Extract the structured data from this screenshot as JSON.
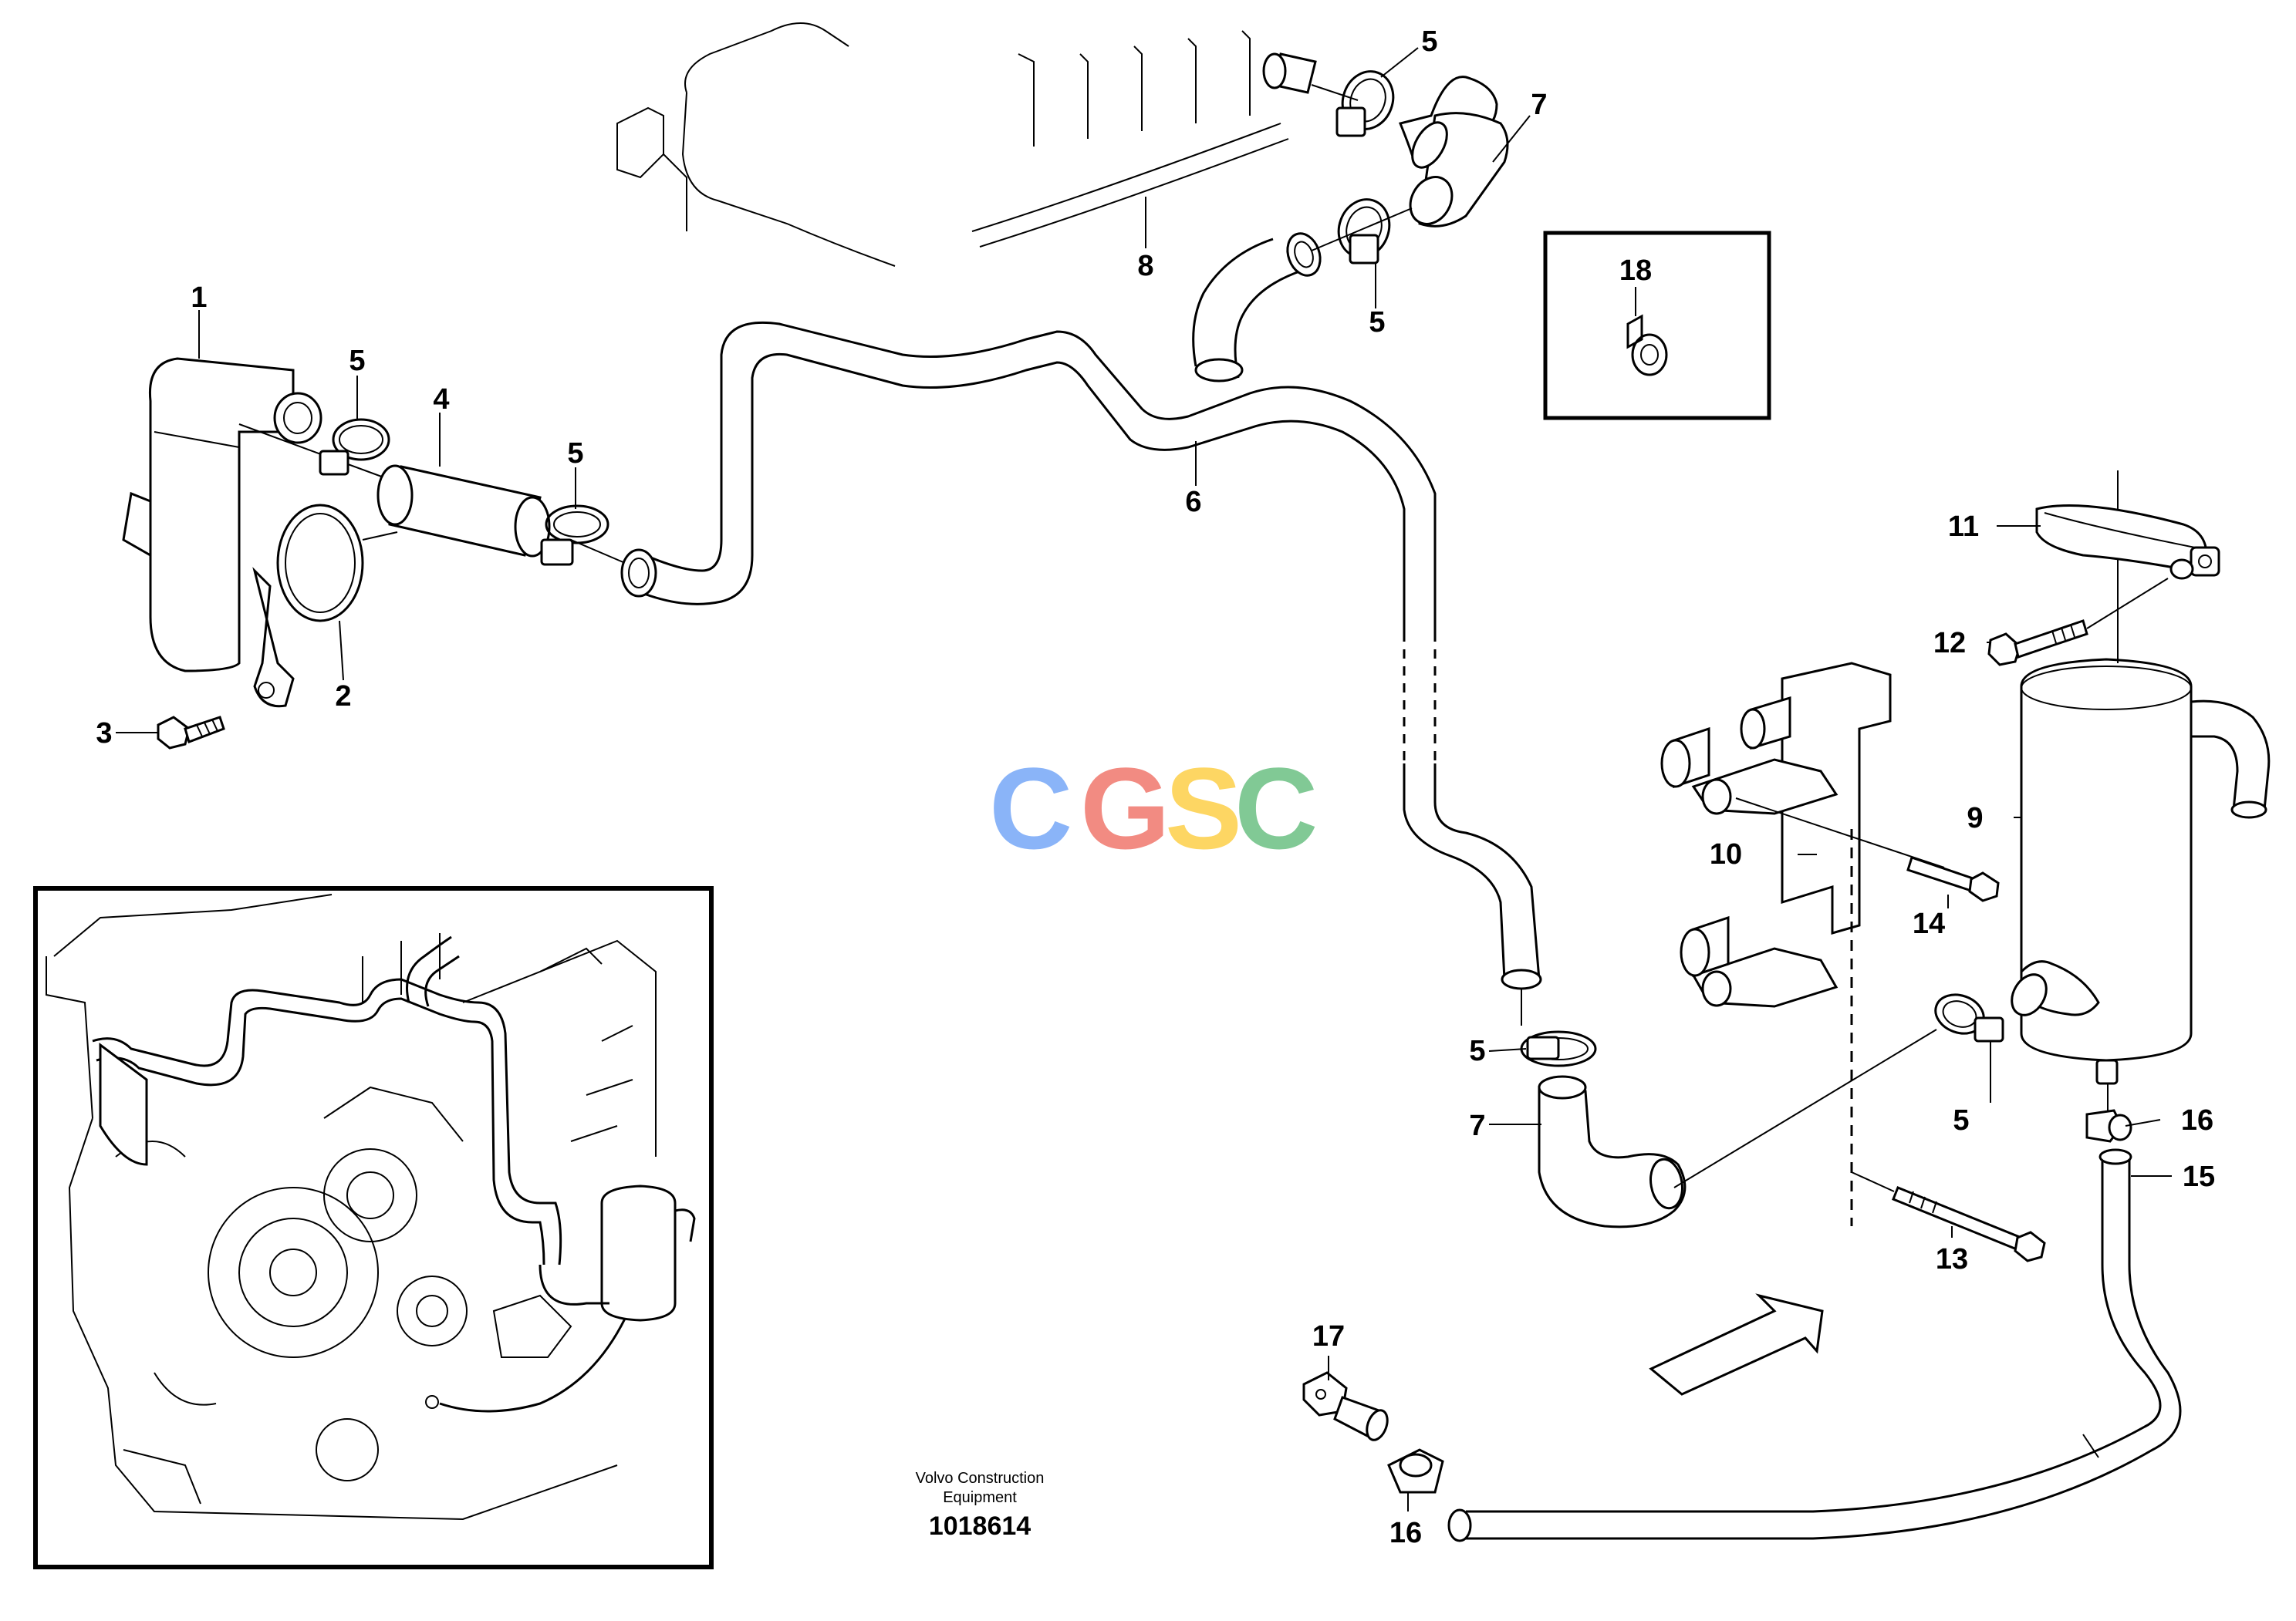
{
  "callouts": {
    "c1": "1",
    "c2": "2",
    "c3": "3",
    "c4": "4",
    "c5a": "5",
    "c5b": "5",
    "c5c": "5",
    "c5d": "5",
    "c5e": "5",
    "c6": "6",
    "c7a": "7",
    "c7b": "7",
    "c8": "8",
    "c9": "9",
    "c10": "10",
    "c11": "11",
    "c12": "12",
    "c13": "13",
    "c14": "14",
    "c15": "15",
    "c16a": "16",
    "c16b": "16",
    "c17": "17",
    "c18": "18"
  },
  "watermark": {
    "letters": [
      "C",
      "G",
      "S",
      "C"
    ],
    "colors": [
      "#8ab4f8",
      "#f28b82",
      "#fdd663",
      "#81c995"
    ]
  },
  "credit": {
    "line1": "Volvo Construction",
    "line2": "Equipment"
  },
  "drawing_number": "1018614"
}
